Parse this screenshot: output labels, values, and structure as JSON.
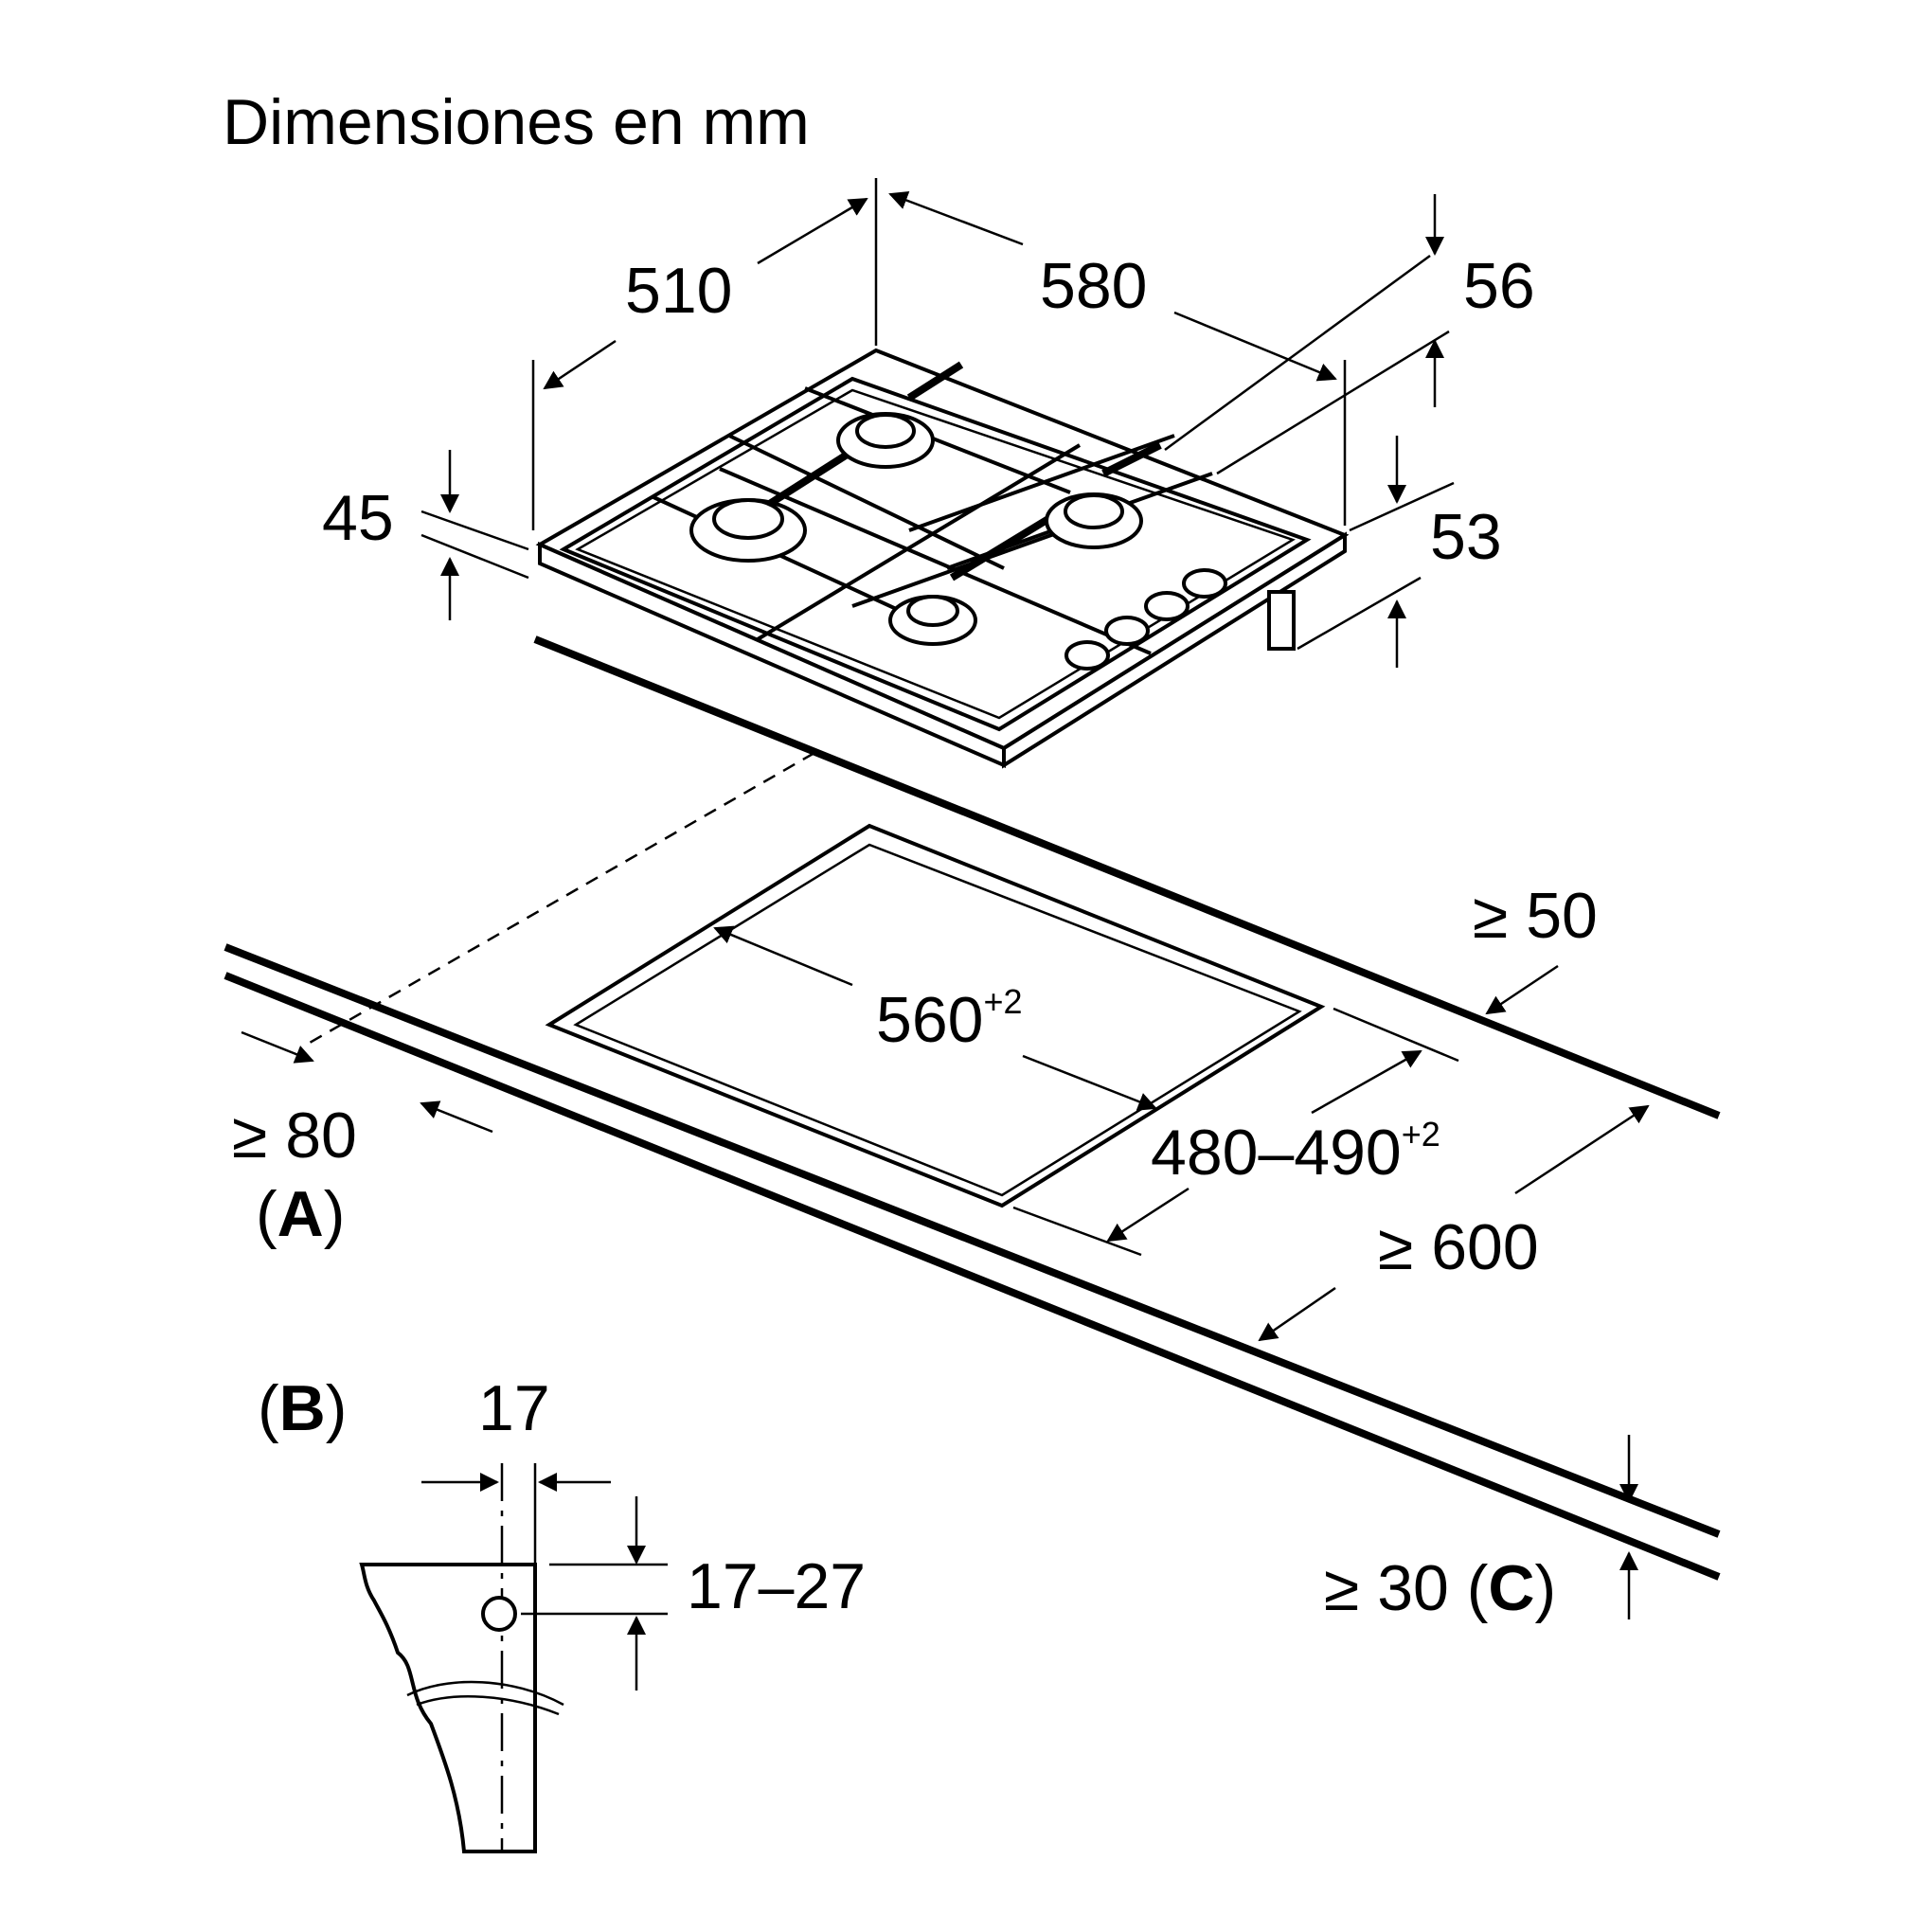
{
  "title": "Dimensiones en mm",
  "hob": {
    "depth": "510",
    "width": "580",
    "height_rear": "56",
    "height_front": "45",
    "height_connector": "53"
  },
  "cutout": {
    "width": "560",
    "width_tol": "+2",
    "depth": "480–490",
    "depth_tol": "+2",
    "min_back": "≥ 50",
    "min_front": "≥ 80",
    "min_side": "≥ 600",
    "min_thickness": "≥ 30",
    "label_a": "(A)",
    "label_c_prefix": "≥ 30 (",
    "label_c_letter": "C",
    "label_c_suffix": ")"
  },
  "detail_b": {
    "label_open": "(",
    "label_letter": "B",
    "label_close": ")",
    "width": "17",
    "height": "17–27"
  },
  "label_a_open": "(",
  "label_a_letter": "A",
  "label_a_close": ")"
}
